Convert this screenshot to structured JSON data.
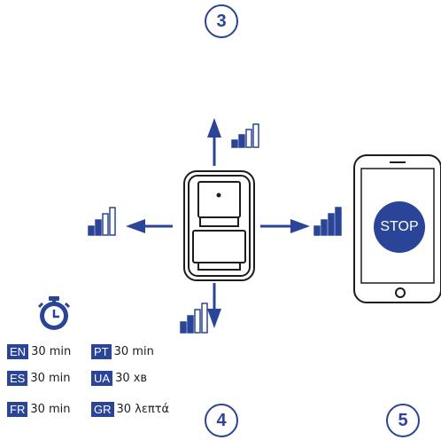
{
  "steps": {
    "top": "3",
    "bottom_left": "4",
    "bottom_right": "5"
  },
  "phone": {
    "button_label": "STOP"
  },
  "durations": [
    {
      "code": "EN",
      "value": "30 min"
    },
    {
      "code": "ES",
      "value": "30 min"
    },
    {
      "code": "FR",
      "value": "30 min"
    },
    {
      "code": "PT",
      "value": "30 min"
    },
    {
      "code": "UA",
      "value": "30 хв"
    },
    {
      "code": "GR",
      "value": "30 λεπτά"
    }
  ],
  "icons": {
    "timer": "stopwatch-icon",
    "detector": "motion-detector-icon",
    "signal": "signal-strength-icon",
    "phone": "smartphone-icon"
  },
  "colors": {
    "accent": "#2a4597",
    "line": "#1c1c1c"
  }
}
